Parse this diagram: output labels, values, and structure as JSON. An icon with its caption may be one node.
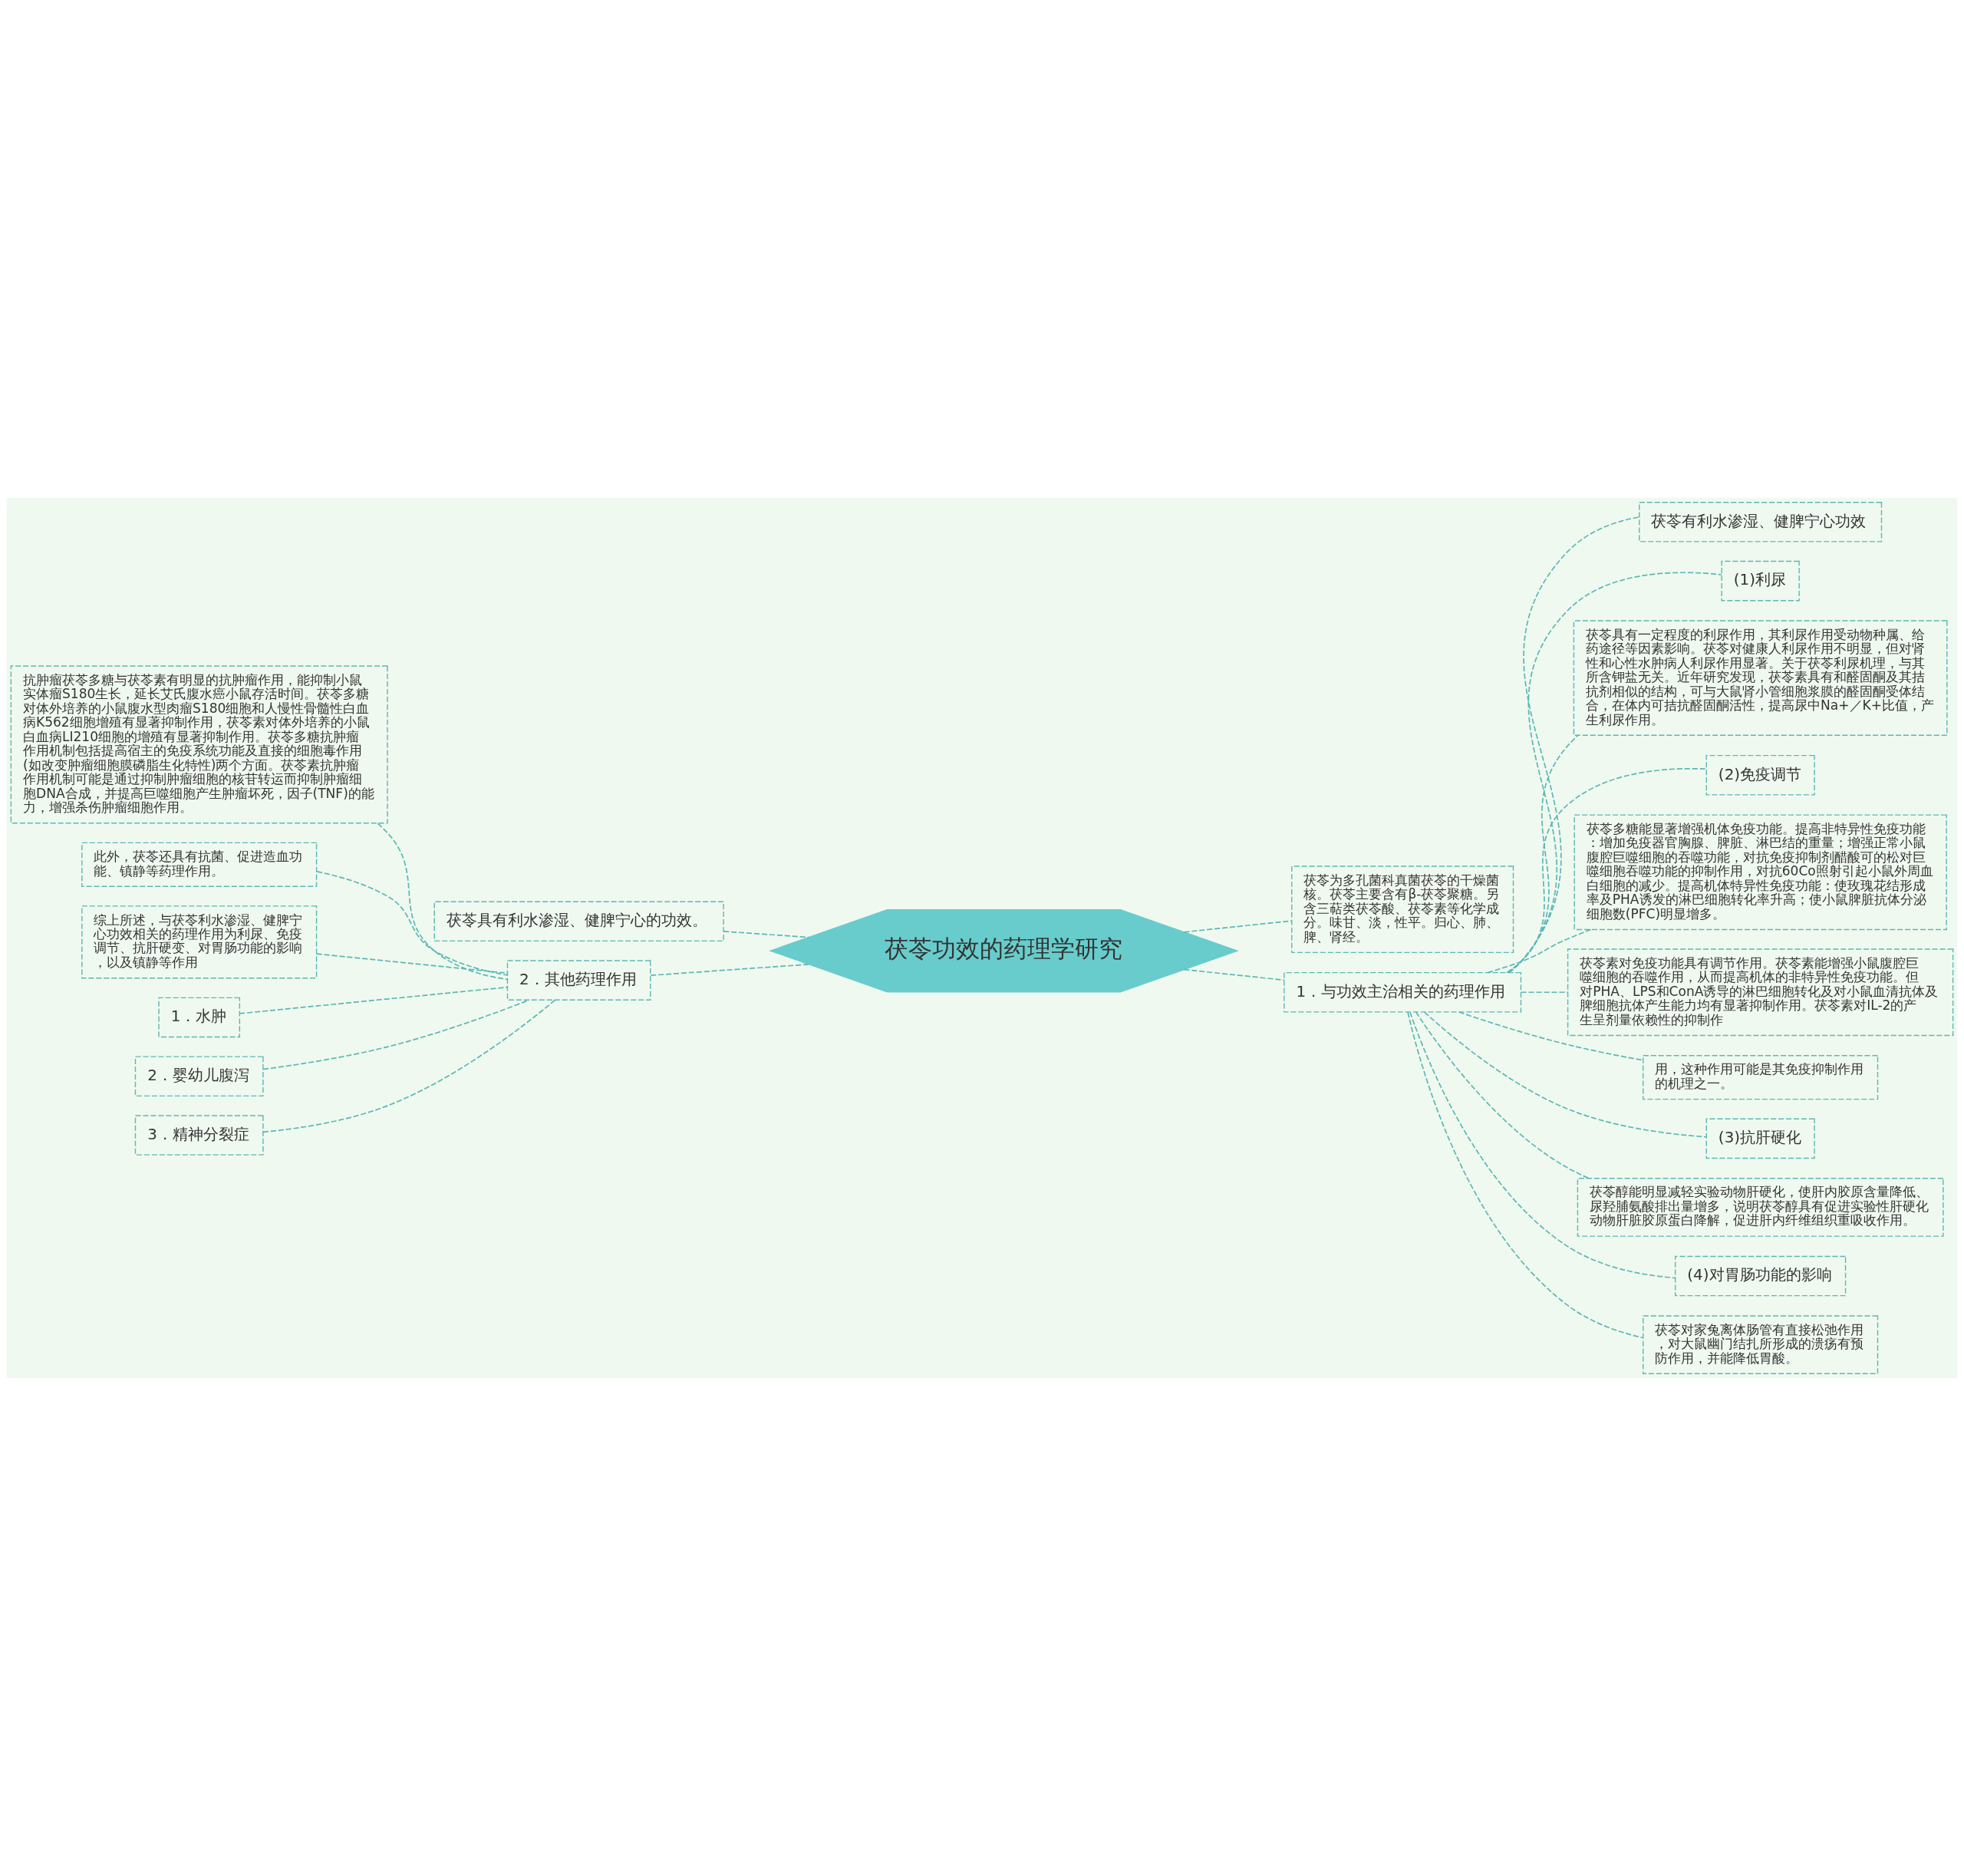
{
  "diagram": {
    "nodes": [
      {
        "text": [
          "茯苓功效的药理学研究"
        ]
      },
      {
        "text": [
          "茯苓具有利水渗湿、健脾宁心的功效。"
        ]
      },
      {
        "text": [
          "茯苓为多孔菌科真菌茯苓的干燥菌核。茯苓主要含有β-茯苓聚糖。另含三萜类茯苓酸、茯苓素等化学成分。味甘、淡，性平。归心、肺、脾、肾经。"
        ]
      },
      {
        "text": [
          "2．其他药理作用"
        ]
      },
      {
        "text": [
          "抗肿瘤茯苓多糖与茯苓素有明显的抗肿瘤作用，能抑制小鼠实体瘤S180生长，延长艾氏腹水癌小鼠存活时间。茯苓多糖对体外培养的小鼠腹水型肉瘤S180细胞和人慢性骨髓性白血病K562细胞增殖有显著抑制作用，茯苓素对体外培养的小鼠白血病LI210细胞的增殖有显著抑制作用。茯苓多糖抗肿瘤作用机制包括提高宿主的免疫系统功能及直接的细胞毒作用(如改变肿瘤细胞膜磷脂生化特性)两个方面。茯苓素抗肿瘤作用机制可能是通过抑制肿瘤细胞的核苷转运而抑制肿瘤细胞DNA合成，并提高巨噬细胞产生肿瘤坏死，因子(TNF)的能力，增强杀伤肿瘤细胞作用。"
        ]
      },
      {
        "text": [
          "此外，茯苓还具有抗菌、促进造血功能、镇静等药理作用。"
        ]
      },
      {
        "text": [
          "综上所述，与茯苓利水渗湿、健脾宁心功效相关的药理作用为利尿、免疫调节、抗肝硬变、对胃肠功能的影响，以及镇静等作用"
        ]
      },
      {
        "text": [
          "1．水肿"
        ]
      },
      {
        "text": [
          "2．婴幼儿腹泻"
        ]
      },
      {
        "text": [
          "3．精神分裂症"
        ]
      },
      {
        "text": [
          "1．与功效主治相关的药理作用"
        ]
      },
      {
        "text": [
          "茯苓有利水渗湿、健脾宁心功效"
        ]
      },
      {
        "text": [
          "(1)利尿"
        ]
      },
      {
        "text": [
          "茯苓具有一定程度的利尿作用，其利尿作用受动物种属、给药途径等因素影响。茯苓对健康人利尿作用不明显，但对肾性和心性水肿病人利尿作用显著。关于茯苓利尿机理，与其所含钾盐无关。近年研究发现，茯苓素具有和醛固酮及其拮抗剂相似的结构，可与大鼠肾小管细胞浆膜的醛固酮受体结合，在体内可拮抗醛固酮活性，提高尿中Na+／K+比值，产生利尿作用。"
        ]
      },
      {
        "text": [
          "(2)免疫调节"
        ]
      },
      {
        "text": [
          "茯苓多糖能显著增强机体免疫功能。提高非特异性免疫功能：增加免疫器官胸腺、脾脏、淋巴结的重量；增强正常小鼠腹腔巨噬细胞的吞噬功能，对抗免疫抑制剂醋酸可的松对巨噬细胞吞噬功能的抑制作用，对抗60Co照射引起小鼠外周血白细胞的减少。提高机体特异性免疫功能：使玫瑰花结形成率及PHA诱发的淋巴细胞转化率升高；使小鼠脾脏抗体分泌细胞数(PFC)明显增多。"
        ]
      },
      {
        "text": [
          "茯苓素对免疫功能具有调节作用。茯苓素能增强小鼠腹腔巨噬细胞的吞噬作用，从而提高机体的非特异性免疫功能。但对PHA、LPS和ConA诱导的淋巴细胞转化及对小鼠血清抗体及脾细胞抗体产生能力均有显著抑制作用。茯苓素对IL-2的产生呈剂量依赖性的抑制作"
        ]
      },
      {
        "text": [
          "用，这种作用可能是其免疫抑制作用的机理之一。"
        ]
      },
      {
        "text": [
          "(3)抗肝硬化"
        ]
      },
      {
        "text": [
          "茯苓醇能明显减轻实验动物肝硬化，使肝内胶原含量降低、尿羟脯氨酸排出量增多，说明茯苓醇具有促进实验性肝硬化动物肝脏胶原蛋白降解，促进肝内纤维组织重吸收作用。"
        ]
      },
      {
        "text": [
          "(4)对胃肠功能的影响"
        ]
      },
      {
        "text": [
          "茯苓对家兔离体肠管有直接松弛作用，对大鼠幽门结扎所形成的溃疡有预防作用，并能降低胃酸。"
        ]
      }
    ],
    "edges": [
      {
        "from": 0,
        "to": 1,
        "arrow": "none"
      },
      {
        "from": 0,
        "to": 3,
        "arrow": "none"
      },
      {
        "from": 3,
        "to": 4,
        "arrow": "none"
      },
      {
        "from": 3,
        "to": 5,
        "arrow": "none"
      },
      {
        "from": 3,
        "to": 6,
        "arrow": "none"
      },
      {
        "from": 3,
        "to": 7,
        "arrow": "none"
      },
      {
        "from": 3,
        "to": 8,
        "arrow": "none"
      },
      {
        "from": 3,
        "to": 9,
        "arrow": "none"
      },
      {
        "from": 0,
        "to": 2,
        "arrow": "none"
      },
      {
        "from": 0,
        "to": 10,
        "arrow": "none"
      },
      {
        "from": 10,
        "to": 11,
        "arrow": "none"
      },
      {
        "from": 10,
        "to": 12,
        "arrow": "none"
      },
      {
        "from": 10,
        "to": 13,
        "arrow": "none"
      },
      {
        "from": 10,
        "to": 14,
        "arrow": "none"
      },
      {
        "from": 10,
        "to": 15,
        "arrow": "none"
      },
      {
        "from": 10,
        "to": 16,
        "arrow": "none"
      },
      {
        "from": 10,
        "to": 17,
        "arrow": "none"
      },
      {
        "from": 10,
        "to": 18,
        "arrow": "none"
      },
      {
        "from": 10,
        "to": 19,
        "arrow": "none"
      },
      {
        "from": 10,
        "to": 20,
        "arrow": "none"
      },
      {
        "from": 10,
        "to": 21,
        "arrow": "none"
      }
    ]
  }
}
